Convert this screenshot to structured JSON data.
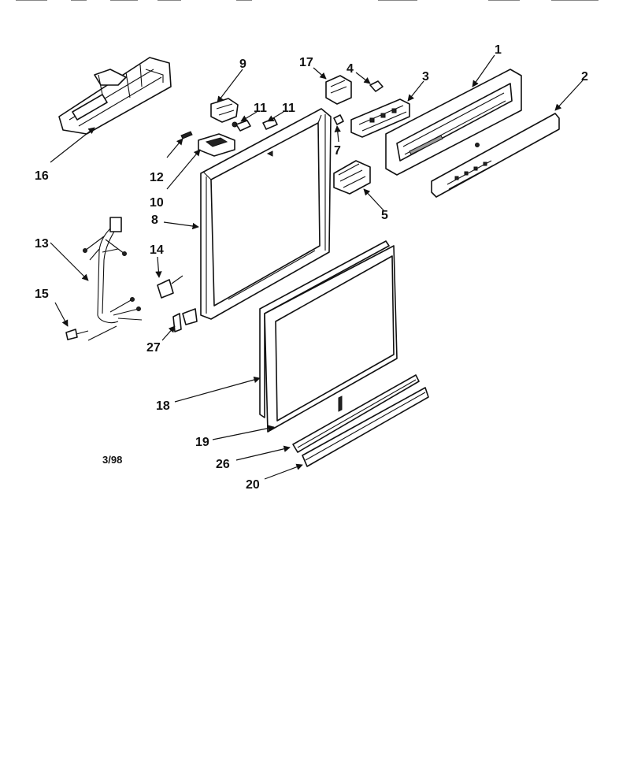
{
  "callouts": {
    "c1": "1",
    "c2": "2",
    "c3": "3",
    "c4": "4",
    "c5": "5",
    "c7": "7",
    "c8": "8",
    "c9": "9",
    "c10": "10",
    "c11a": "11",
    "c11b": "11",
    "c12": "12",
    "c13": "13",
    "c14": "14",
    "c15": "15",
    "c16": "16",
    "c17": "17",
    "c18": "18",
    "c19": "19",
    "c20": "20",
    "c26": "26",
    "c27": "27"
  },
  "date_code": "3/98"
}
